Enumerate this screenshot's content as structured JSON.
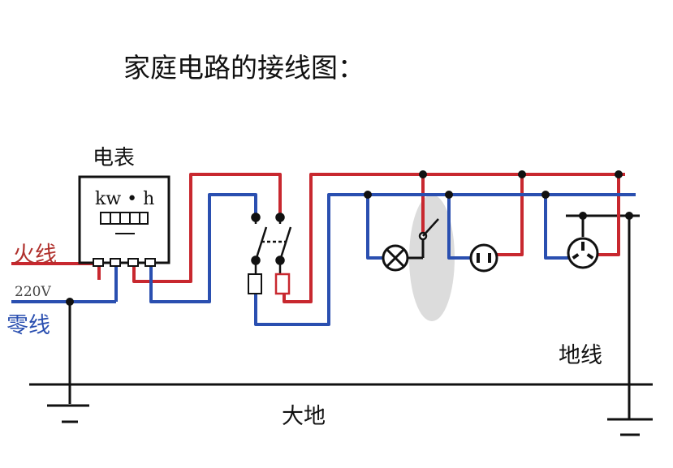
{
  "title": "家庭电路的接线图：",
  "labels": {
    "meter": "电表",
    "meter_face": "kw • h",
    "live": "火线",
    "voltage": "220V",
    "neutral": "零线",
    "earth_wire": "地线",
    "ground": "大地"
  },
  "colors": {
    "live": "#c8282f",
    "neutral": "#2a4fb0",
    "earth": "#111111",
    "label_live": "#b0302c",
    "label_neutral": "#2a4fb0",
    "highlight": "#d9d9d9"
  }
}
